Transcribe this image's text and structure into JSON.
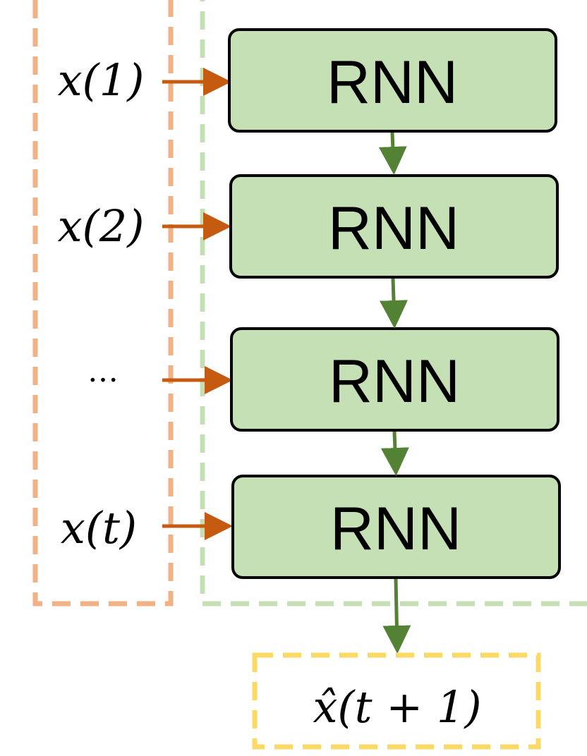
{
  "inputs": [
    {
      "label": "x(1)"
    },
    {
      "label": "x(2)"
    },
    {
      "label": "…"
    },
    {
      "label": "x(t)"
    }
  ],
  "rnn_blocks": [
    {
      "label": "RNN"
    },
    {
      "label": "RNN"
    },
    {
      "label": "RNN"
    },
    {
      "label": "RNN"
    }
  ],
  "output": {
    "label": "x̂(t + 1)"
  },
  "colors": {
    "input_group_border": "#f2b184",
    "rnn_group_border": "#c5dfb4",
    "output_border": "#fbd965",
    "rnn_fill": "#c5e0b4",
    "input_arrow": "#c55a11",
    "flow_arrow": "#548235",
    "text": "#000000"
  }
}
